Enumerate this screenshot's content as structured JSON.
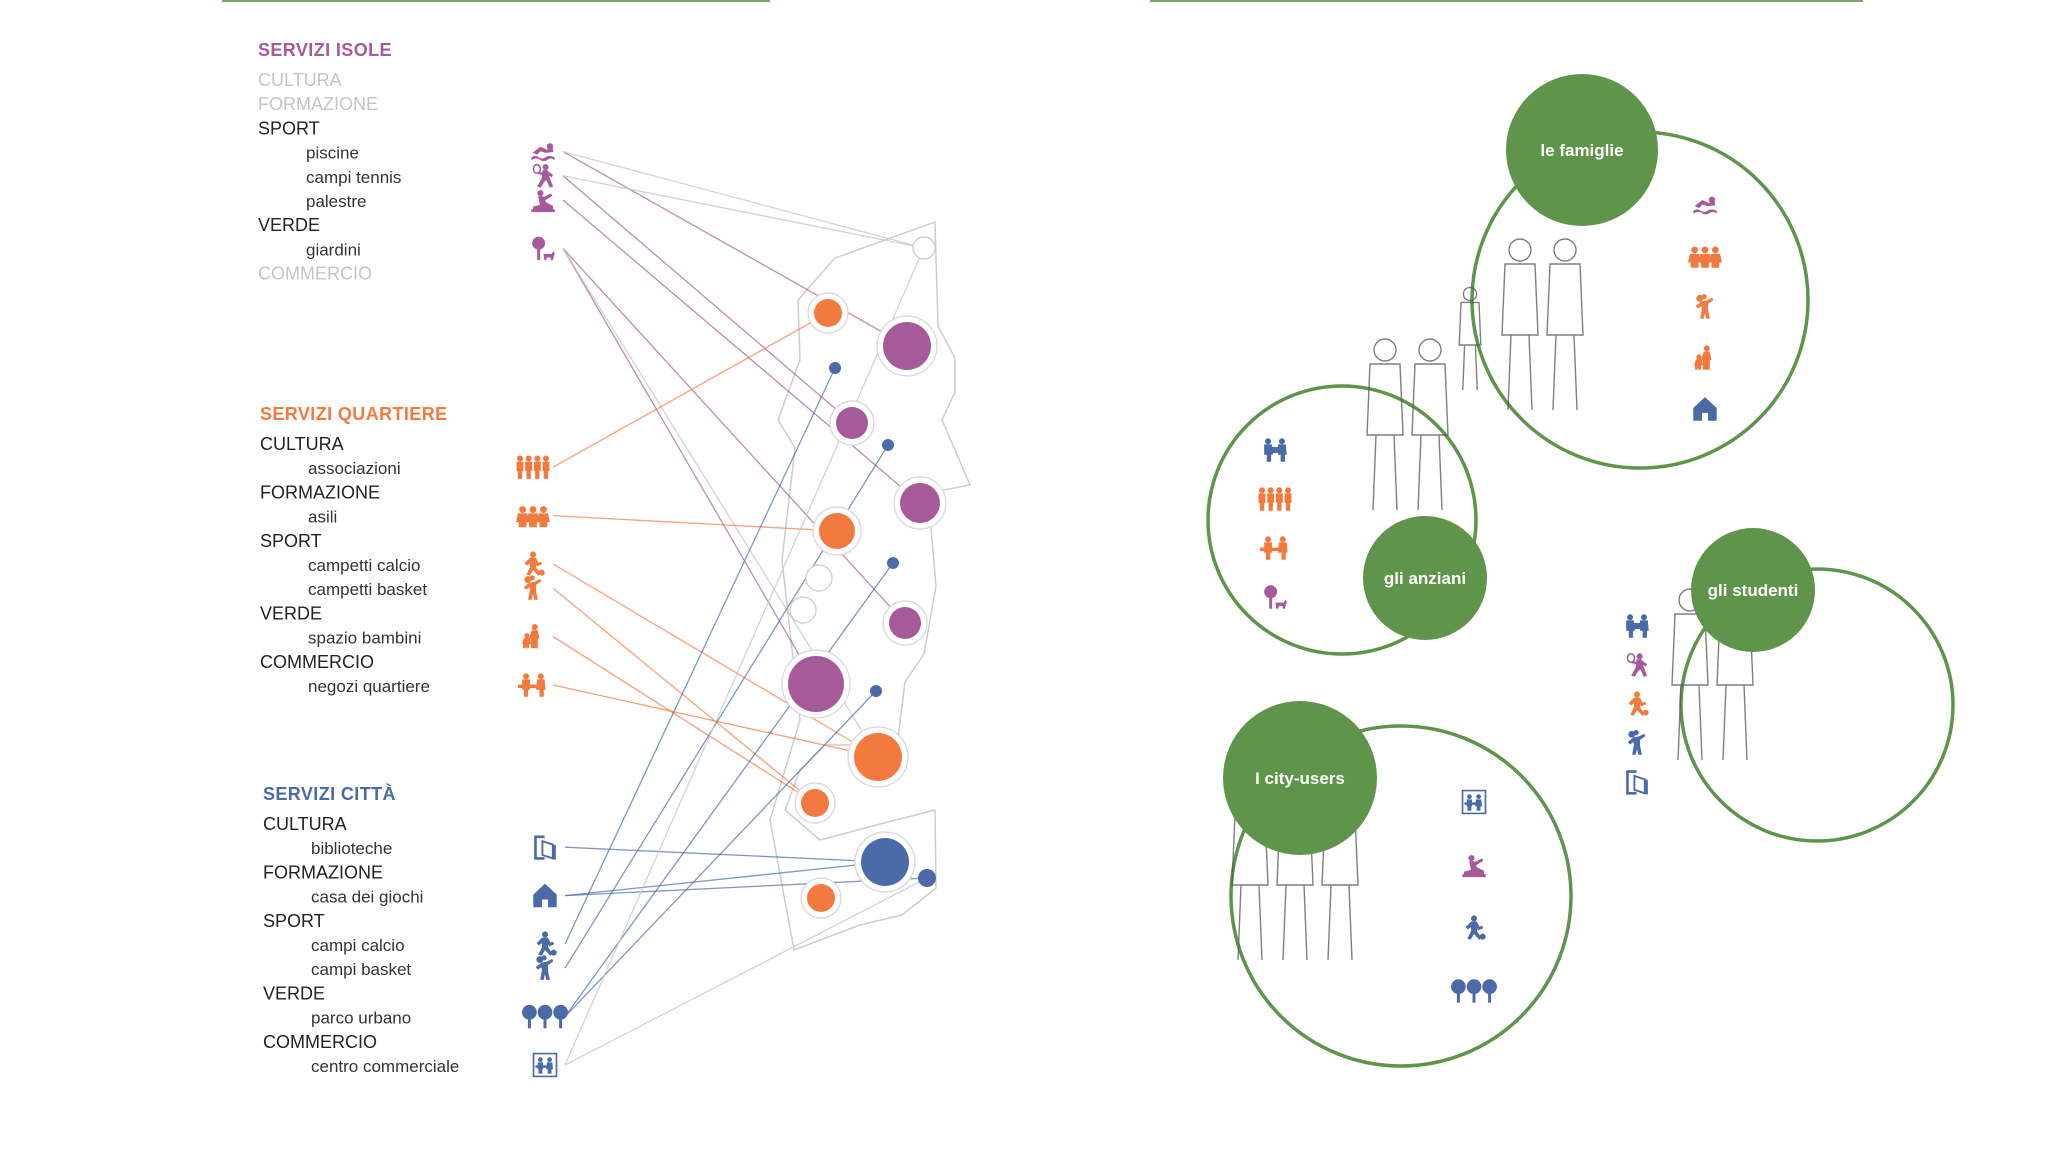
{
  "colors": {
    "isole": "#a65a9a",
    "quartiere": "#f37a3f",
    "citta": "#4a6aa8",
    "green": "#5f944b",
    "gray_text": "#c4c4c4"
  },
  "sections": [
    {
      "key": "isole",
      "title": "SERVIZI ISOLE",
      "color": "#a65a9a",
      "items": [
        {
          "label": "CULTURA",
          "faded": true
        },
        {
          "label": "FORMAZIONE",
          "faded": true
        },
        {
          "label": "SPORT"
        },
        {
          "label": "piscine",
          "sub": true,
          "icon": "swimmer-icon"
        },
        {
          "label": "campi tennis",
          "sub": true,
          "icon": "tennis-player-icon"
        },
        {
          "label": "palestre",
          "sub": true,
          "icon": "gym-icon"
        },
        {
          "label": "VERDE"
        },
        {
          "label": "giardini",
          "sub": true,
          "icon": "tree-dog-icon"
        },
        {
          "label": "COMMERCIO",
          "faded": true
        }
      ]
    },
    {
      "key": "quartiere",
      "title": "SERVIZI QUARTIERE",
      "color": "#f37a3f",
      "items": [
        {
          "label": "CULTURA"
        },
        {
          "label": "associazioni",
          "sub": true,
          "icon": "group-people-icon"
        },
        {
          "label": "FORMAZIONE"
        },
        {
          "label": "asili",
          "sub": true,
          "icon": "children-icon"
        },
        {
          "label": "SPORT"
        },
        {
          "label": "campetti calcio",
          "sub": true,
          "icon": "soccer-player-icon"
        },
        {
          "label": "campetti basket",
          "sub": true,
          "icon": "basketball-player-icon"
        },
        {
          "label": "VERDE"
        },
        {
          "label": "spazio bambini",
          "sub": true,
          "icon": "parent-child-icon"
        },
        {
          "label": "COMMERCIO"
        },
        {
          "label": "negozi quartiere",
          "sub": true,
          "icon": "shop-icon"
        }
      ]
    },
    {
      "key": "citta",
      "title": "SERVIZI CITTÀ",
      "color": "#4a6aa8",
      "items": [
        {
          "label": "CULTURA"
        },
        {
          "label": "biblioteche",
          "sub": true,
          "icon": "library-icon"
        },
        {
          "label": "FORMAZIONE"
        },
        {
          "label": "casa dei giochi",
          "sub": true,
          "icon": "house-icon"
        },
        {
          "label": "SPORT"
        },
        {
          "label": "campi calcio",
          "sub": true,
          "icon": "soccer-player-icon"
        },
        {
          "label": "campi basket",
          "sub": true,
          "icon": "basketball-player-icon"
        },
        {
          "label": "VERDE"
        },
        {
          "label": "parco urbano",
          "sub": true,
          "icon": "trees-icon"
        },
        {
          "label": "COMMERCIO"
        },
        {
          "label": "centro commerciale",
          "sub": true,
          "icon": "mall-icon"
        }
      ]
    }
  ],
  "user_groups": [
    {
      "label": "le famiglie",
      "icons": [
        {
          "name": "swimmer-icon",
          "color": "#a65a9a"
        },
        {
          "name": "children-icon",
          "color": "#f37a3f"
        },
        {
          "name": "basketball-player-icon",
          "color": "#f37a3f"
        },
        {
          "name": "parent-child-icon",
          "color": "#f37a3f"
        },
        {
          "name": "house-icon",
          "color": "#4a6aa8"
        }
      ]
    },
    {
      "label": "gli anziani",
      "icons": [
        {
          "name": "library-reader-icon",
          "color": "#4a6aa8"
        },
        {
          "name": "group-people-icon",
          "color": "#f37a3f"
        },
        {
          "name": "shop-icon",
          "color": "#f37a3f"
        },
        {
          "name": "tree-dog-icon",
          "color": "#a65a9a"
        }
      ]
    },
    {
      "label": "gli studenti",
      "icons": [
        {
          "name": "library-reader-icon",
          "color": "#4a6aa8"
        },
        {
          "name": "tennis-player-icon",
          "color": "#a65a9a"
        },
        {
          "name": "soccer-player-icon",
          "color": "#f37a3f"
        },
        {
          "name": "basketball-player-icon",
          "color": "#4a6aa8"
        },
        {
          "name": "library-icon",
          "color": "#4a6aa8"
        }
      ]
    },
    {
      "label": "I city-users",
      "icons": [
        {
          "name": "mall-icon",
          "color": "#4a6aa8"
        },
        {
          "name": "gym-icon",
          "color": "#a65a9a"
        },
        {
          "name": "soccer-player-icon",
          "color": "#4a6aa8"
        },
        {
          "name": "trees-icon",
          "color": "#4a6aa8"
        }
      ]
    }
  ]
}
